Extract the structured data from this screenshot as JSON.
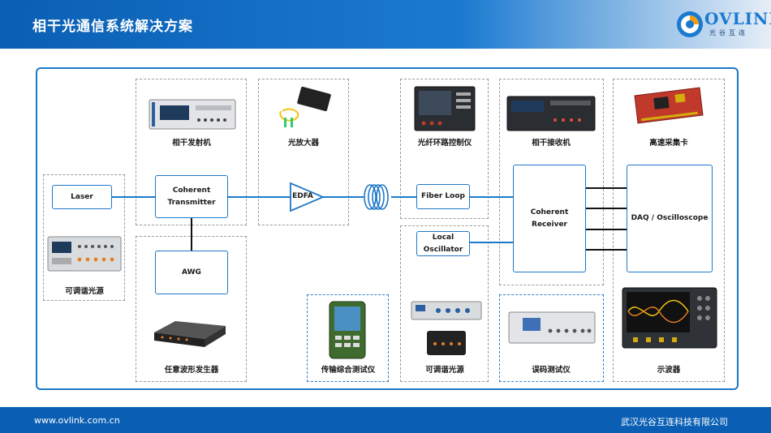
{
  "header": {
    "title": "相干光通信系统解决方案"
  },
  "logo": {
    "brand": "OVLINK",
    "subtitle": "光谷互连"
  },
  "diagram": {
    "boxes": {
      "laser": "Laser",
      "coherent_transmitter": "Coherent Transmitter",
      "awg": "AWG",
      "edfa": "EDFA",
      "fiber_loop": "Fiber Loop",
      "local_oscillator": "Local Oscillator",
      "coherent_receiver": "Coherent Receiver",
      "daq": "DAQ / Oscilloscope"
    },
    "captions": {
      "tunable_source_left": "可调谐光源",
      "coherent_tx": "相干发射机",
      "awg_device": "任意波形发生器",
      "amplifier": "光放大器",
      "transmission_tester": "传输综合测试仪",
      "fiber_loop_controller": "光纤环路控制仪",
      "tunable_source_right": "可调谐光源",
      "coherent_rx": "相干接收机",
      "bert": "误码测试仪",
      "daq_card": "高速采集卡",
      "oscilloscope": "示波器"
    }
  },
  "footer": {
    "url": "www.ovlink.com.cn",
    "company": "武汉光谷互连科技有限公司"
  },
  "colors": {
    "brand_blue": "#1e78c8",
    "header_blue": "#0a5fb4"
  }
}
